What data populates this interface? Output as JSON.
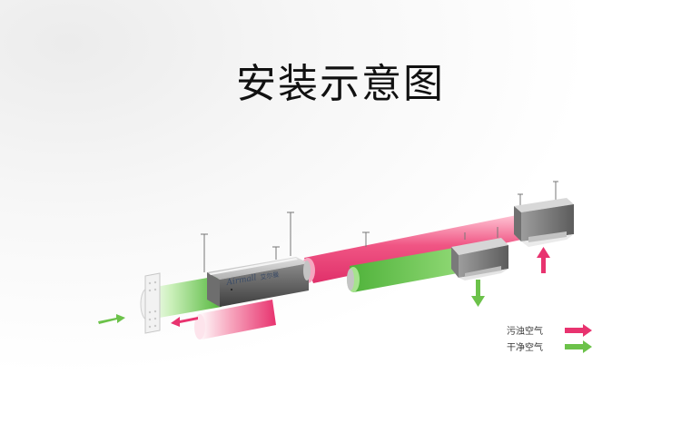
{
  "title": "安装示意图",
  "unit_brand": "Airmall",
  "unit_brand_cn": "艾尔曼",
  "legend": {
    "items": [
      {
        "label": "污浊空气",
        "color": "#e8336f"
      },
      {
        "label": "干净空气",
        "color": "#6cc24a"
      }
    ]
  },
  "colors": {
    "dirty": "#e8336f",
    "clean": "#6cc24a",
    "metal_dark": "#5a5a5a",
    "metal_light": "#b8b8b8"
  }
}
